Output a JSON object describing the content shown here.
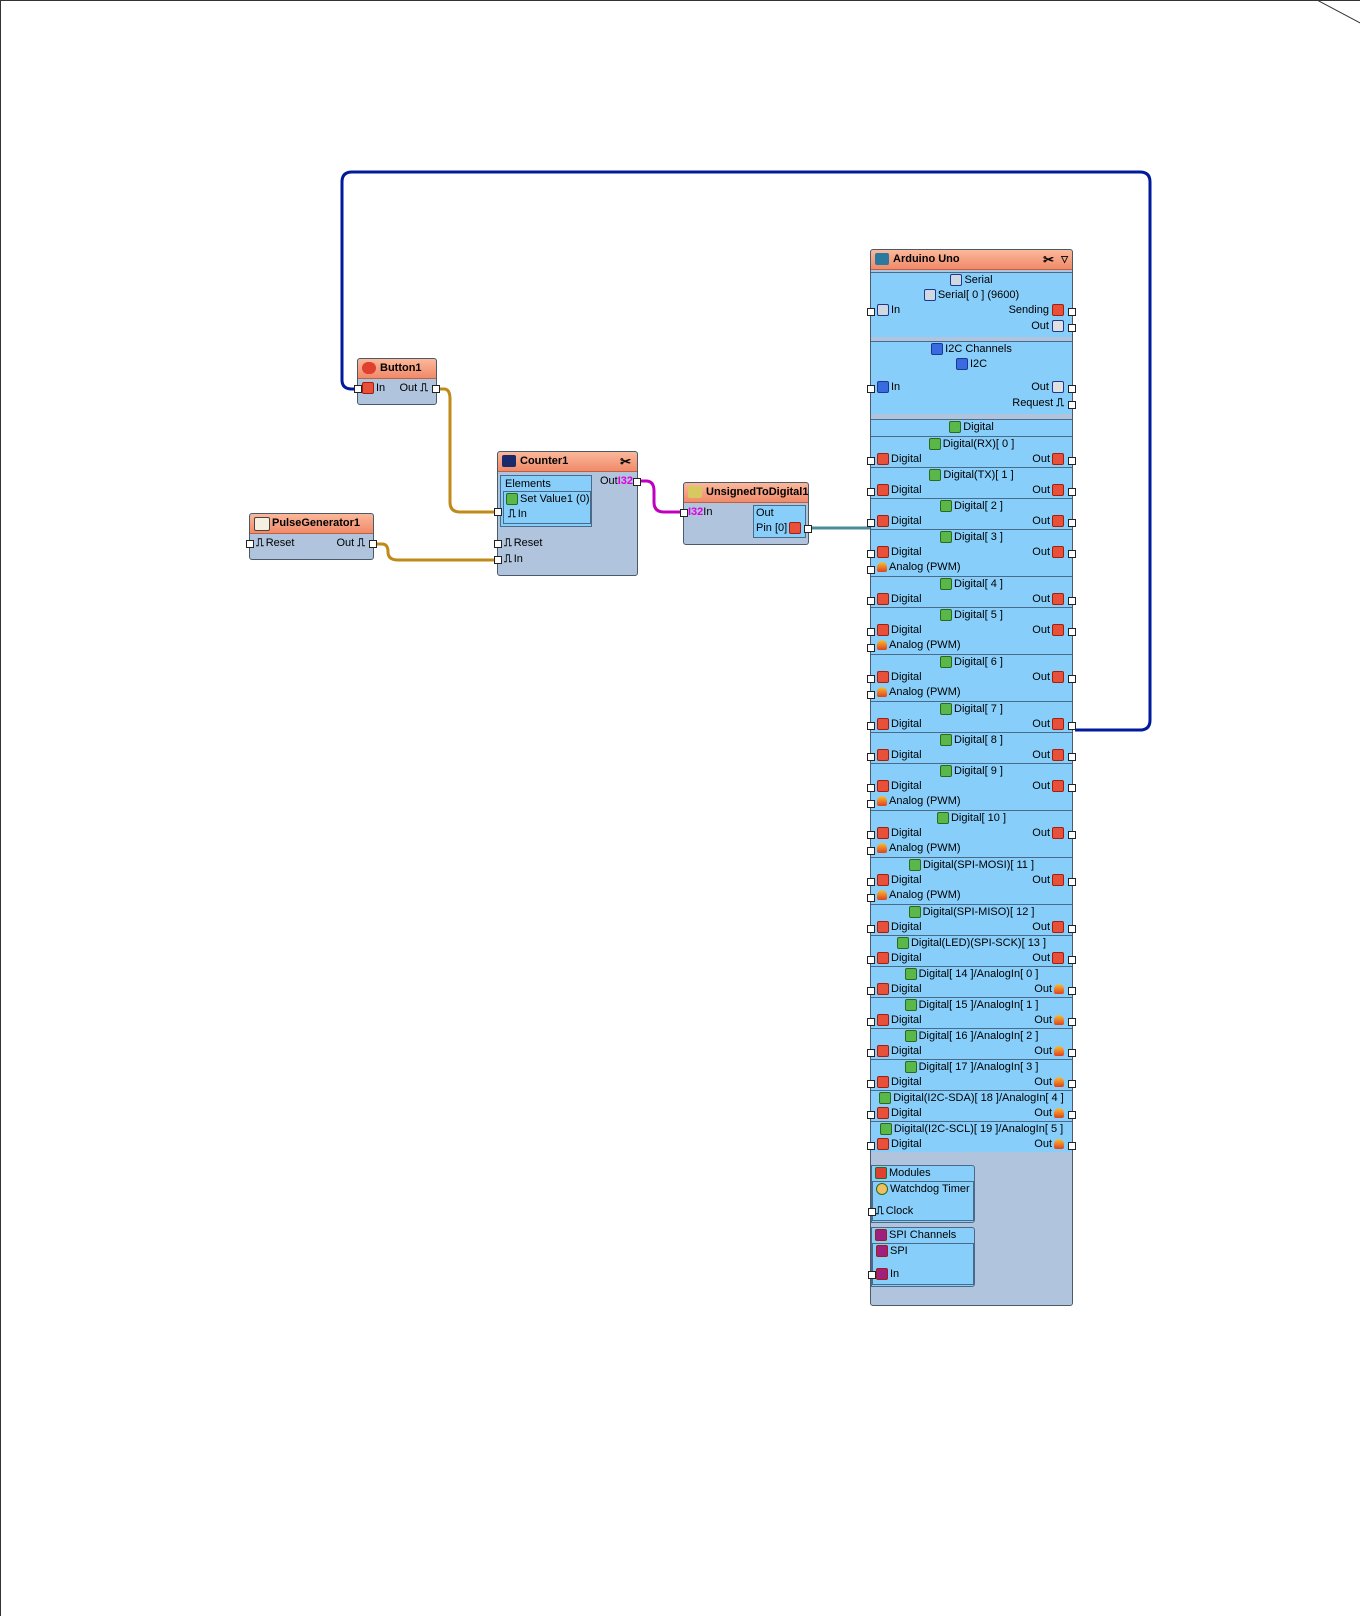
{
  "button": {
    "title": "Button1",
    "in": "In",
    "out": "Out"
  },
  "pulse": {
    "title": "PulseGenerator1",
    "reset": "Reset",
    "out": "Out"
  },
  "counter": {
    "title": "Counter1",
    "elements": "Elements",
    "set_value": "Set Value1 (0)",
    "set_in": "In",
    "out": "Out",
    "out_type": "I32",
    "reset": "Reset",
    "in": "In"
  },
  "u2d": {
    "title": "UnsignedToDigital1",
    "in_type": "I32",
    "in": "In",
    "out": "Out",
    "pin": "Pin [0]"
  },
  "arduino": {
    "title": "Arduino Uno",
    "serial": {
      "group": "Serial",
      "channel": "Serial[ 0 ] (9600)",
      "in": "In",
      "sending": "Sending",
      "out": "Out"
    },
    "i2c": {
      "group": "I2C Channels",
      "channel": "I2C",
      "in": "In",
      "out": "Out",
      "request": "Request"
    },
    "digital_group": "Digital",
    "pins": [
      {
        "name": "Digital(RX)[ 0 ]",
        "in": "Digital",
        "out": "Out"
      },
      {
        "name": "Digital(TX)[ 1 ]",
        "in": "Digital",
        "out": "Out"
      },
      {
        "name": "Digital[ 2 ]",
        "in": "Digital",
        "out": "Out"
      },
      {
        "name": "Digital[ 3 ]",
        "in": "Digital",
        "out": "Out",
        "pwm": "Analog (PWM)"
      },
      {
        "name": "Digital[ 4 ]",
        "in": "Digital",
        "out": "Out"
      },
      {
        "name": "Digital[ 5 ]",
        "in": "Digital",
        "out": "Out",
        "pwm": "Analog (PWM)"
      },
      {
        "name": "Digital[ 6 ]",
        "in": "Digital",
        "out": "Out",
        "pwm": "Analog (PWM)"
      },
      {
        "name": "Digital[ 7 ]",
        "in": "Digital",
        "out": "Out"
      },
      {
        "name": "Digital[ 8 ]",
        "in": "Digital",
        "out": "Out"
      },
      {
        "name": "Digital[ 9 ]",
        "in": "Digital",
        "out": "Out",
        "pwm": "Analog (PWM)"
      },
      {
        "name": "Digital[ 10 ]",
        "in": "Digital",
        "out": "Out",
        "pwm": "Analog (PWM)"
      },
      {
        "name": "Digital(SPI-MOSI)[ 11 ]",
        "in": "Digital",
        "out": "Out",
        "pwm": "Analog (PWM)"
      },
      {
        "name": "Digital(SPI-MISO)[ 12 ]",
        "in": "Digital",
        "out": "Out"
      },
      {
        "name": "Digital(LED)(SPI-SCK)[ 13 ]",
        "in": "Digital",
        "out": "Out"
      },
      {
        "name": "Digital[ 14 ]/AnalogIn[ 0 ]",
        "in": "Digital",
        "out": "Out"
      },
      {
        "name": "Digital[ 15 ]/AnalogIn[ 1 ]",
        "in": "Digital",
        "out": "Out"
      },
      {
        "name": "Digital[ 16 ]/AnalogIn[ 2 ]",
        "in": "Digital",
        "out": "Out"
      },
      {
        "name": "Digital[ 17 ]/AnalogIn[ 3 ]",
        "in": "Digital",
        "out": "Out"
      },
      {
        "name": "Digital(I2C-SDA)[ 18 ]/AnalogIn[ 4 ]",
        "in": "Digital",
        "out": "Out"
      },
      {
        "name": "Digital(I2C-SCL)[ 19 ]/AnalogIn[ 5 ]",
        "in": "Digital",
        "out": "Out"
      }
    ],
    "modules": {
      "group": "Modules",
      "watchdog": "Watchdog Timer",
      "clock": "Clock"
    },
    "spi": {
      "group": "SPI Channels",
      "channel": "SPI",
      "in": "In"
    }
  },
  "wire_colors": {
    "digital": "#001a9c",
    "clock": "#c08a1a",
    "int32": "#c000c0",
    "pin": "#4a8a9a"
  }
}
